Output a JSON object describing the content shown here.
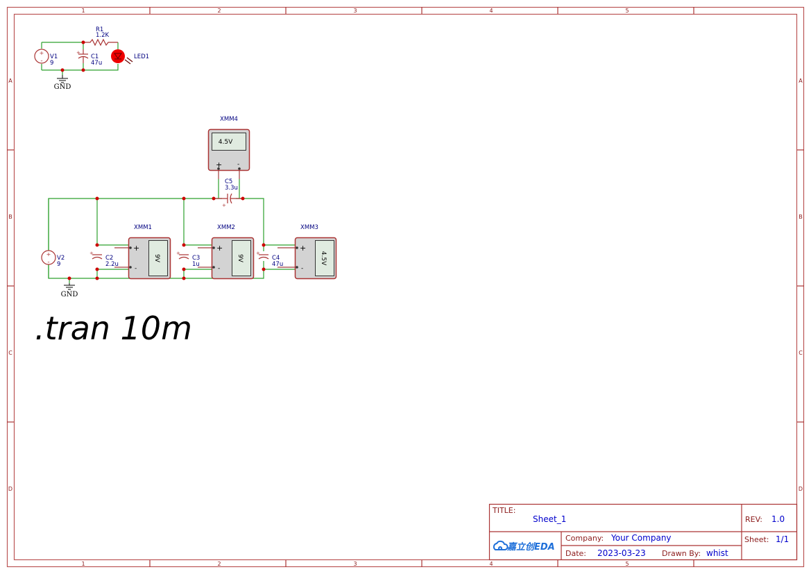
{
  "sheet": {
    "columns": [
      "1",
      "2",
      "3",
      "4",
      "5"
    ],
    "rows": [
      "A",
      "B",
      "C",
      "D"
    ]
  },
  "circuit1": {
    "source": {
      "ref": "V1",
      "value": "9"
    },
    "resistor": {
      "ref": "R1",
      "value": "1.2K"
    },
    "capacitor": {
      "ref": "C1",
      "value": "47u"
    },
    "led": {
      "ref": "LED1"
    },
    "ground": "GND"
  },
  "circuit2": {
    "source": {
      "ref": "V2",
      "value": "9"
    },
    "ground": "GND",
    "capacitors": [
      {
        "ref": "C2",
        "value": "2.2u"
      },
      {
        "ref": "C3",
        "value": "1u"
      },
      {
        "ref": "C4",
        "value": "47u"
      },
      {
        "ref": "C5",
        "value": "3.3u"
      }
    ],
    "meters": [
      {
        "ref": "XMM1",
        "reading": "9V"
      },
      {
        "ref": "XMM2",
        "reading": "9V"
      },
      {
        "ref": "XMM3",
        "reading": "4.5V"
      },
      {
        "ref": "XMM4",
        "reading": "4.5V"
      }
    ],
    "plus": "+",
    "minus": "-"
  },
  "spice_directive": ".tran 10m",
  "title_block": {
    "title_label": "TITLE:",
    "title": "Sheet_1",
    "rev_label": "REV:",
    "rev": "1.0",
    "company_label": "Company:",
    "company": "Your Company",
    "sheet_label": "Sheet:",
    "sheet": "1/1",
    "date_label": "Date:",
    "date": "2023-03-23",
    "drawn_by_label": "Drawn By:",
    "drawn_by": "whist",
    "logo_text": "嘉立创EDA"
  },
  "colors": {
    "frame": "#8b1a1a",
    "wire": "#2ca02c",
    "pin": "#a03c3c",
    "junction": "#cc0000",
    "label": "#000080",
    "tb_value": "#0000cc"
  }
}
